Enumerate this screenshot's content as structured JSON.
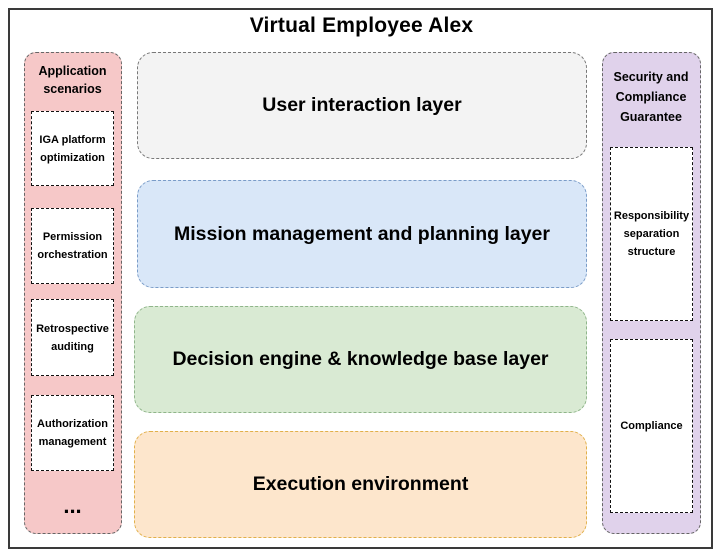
{
  "title": "Virtual Employee Alex",
  "left_panel": {
    "title_line1": "Application",
    "title_line2": "scenarios",
    "items": [
      {
        "line1": "IGA platform",
        "line2": "optimization"
      },
      {
        "line1": "Permission",
        "line2": "orchestration"
      },
      {
        "line1": "Retrospective",
        "line2": "auditing"
      },
      {
        "line1": "Authorization",
        "line2": "management"
      }
    ],
    "ellipsis": "..."
  },
  "layers": {
    "user_interaction": "User interaction layer",
    "mission_management": "Mission management and planning layer",
    "decision_engine": "Decision engine & knowledge base layer",
    "execution": "Execution environment"
  },
  "right_panel": {
    "title_line1": "Security and",
    "title_line2": "Compliance",
    "title_line3": "Guarantee",
    "items": [
      {
        "line1": "Responsibility",
        "line2": "separation",
        "line3": "structure"
      },
      {
        "line1": "Compliance"
      }
    ]
  },
  "colors": {
    "left_panel_bg": "#f6c8c8",
    "right_panel_bg": "#e0d2eb",
    "user_interaction_bg": "#f3f3f3",
    "mission_management_bg": "#d9e7f8",
    "decision_engine_bg": "#d9ead3",
    "execution_bg": "#fde6cc"
  }
}
